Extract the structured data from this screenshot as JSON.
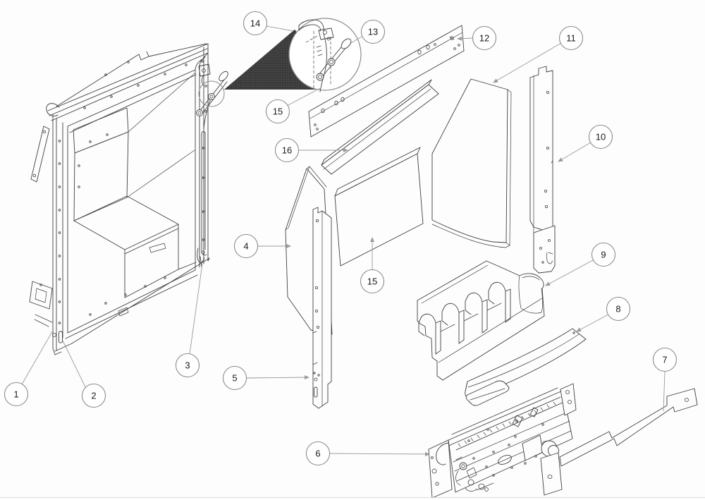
{
  "diagram": {
    "kind": "exploded-parts-diagram"
  },
  "colors": {
    "background": "#fdfdfd",
    "line": "#3f3f3f",
    "leader": "#9a9a9a",
    "callout_stroke": "#8c8c8c",
    "callout_text": "#1a1a1a",
    "highlight_fill": "#3a3a3a",
    "highlight_hatch": "#5c5c5c",
    "page_edge": "#dcdcdc"
  },
  "callouts": [
    {
      "label": "1"
    },
    {
      "label": "2"
    },
    {
      "label": "3"
    },
    {
      "label": "4"
    },
    {
      "label": "5"
    },
    {
      "label": "6"
    },
    {
      "label": "7"
    },
    {
      "label": "8"
    },
    {
      "label": "9"
    },
    {
      "label": "10"
    },
    {
      "label": "11"
    },
    {
      "label": "12"
    },
    {
      "label": "13"
    },
    {
      "label": "14"
    },
    {
      "label": "15"
    },
    {
      "label": "16"
    },
    {
      "label": "15"
    }
  ]
}
